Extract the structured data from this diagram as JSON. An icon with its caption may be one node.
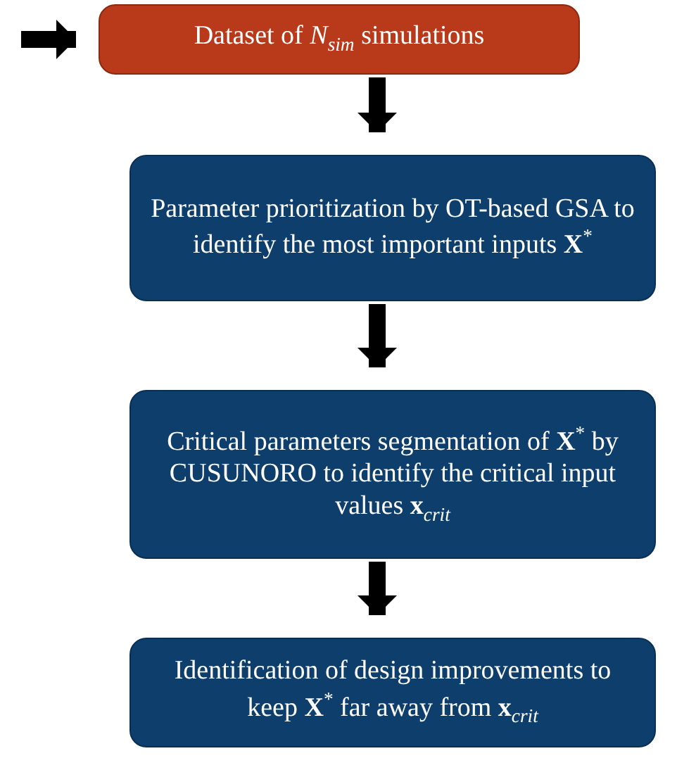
{
  "diagram": {
    "nodes": [
      {
        "text": [
          "Dataset of *N*$_{sim}$ simulations"
        ]
      },
      {
        "text": [
          "Parameter prioritization by OT-based GSA to identify the most important inputs **X**$^{*}$"
        ]
      },
      {
        "text": [
          "Critical parameters segmentation of **X**$^{*}$ by CUSUNORO to identify the critical input values **x**$_{crit}$"
        ]
      },
      {
        "text": [
          "Identification of design improvements to keep **X**$^{*}$ far away from **x**$_{crit}$"
        ]
      }
    ],
    "edges": [
      {
        "from": null,
        "to": 0,
        "arrow": "to"
      },
      {
        "from": 0,
        "to": 1,
        "arrow": "to"
      },
      {
        "from": 1,
        "to": 2,
        "arrow": "to"
      },
      {
        "from": 2,
        "to": 3,
        "arrow": "to"
      }
    ]
  }
}
